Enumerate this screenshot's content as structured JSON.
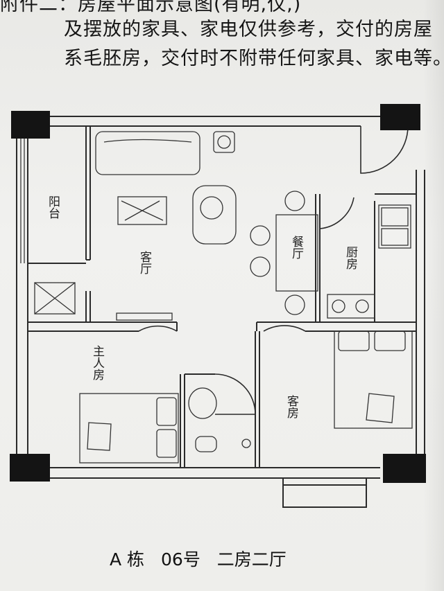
{
  "header": {
    "line1": "附件二：房屋平面示意图(有明,仅,)",
    "line2": "及摆放的家具、家电仅供参考，交付的房屋",
    "line3": "系毛胚房，交付时不附带任何家具、家电等。"
  },
  "rooms": {
    "balcony": "阳台",
    "living": "客厅",
    "dining": "餐厅",
    "kitchen": "厨房",
    "master": "主人房",
    "guest": "客房"
  },
  "caption": {
    "building": "A 栋",
    "unit": "06号",
    "layout": "二房二厅"
  }
}
